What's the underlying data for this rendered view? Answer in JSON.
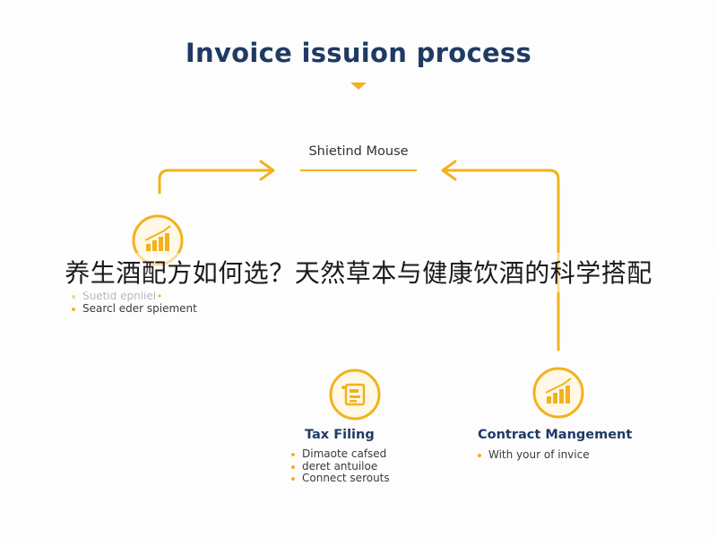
{
  "diagram": {
    "title": "Invoice issuion process",
    "top_node": {
      "label": "Shietind Mouse"
    },
    "left_node": {
      "icon": "bar-chart-circle-icon",
      "bullets": [
        "Suetid epnliel",
        "Searcl eder spiement"
      ]
    },
    "tax_node": {
      "icon": "document-circle-icon",
      "title": "Tax Filing",
      "bullets": [
        "Dimaote cafsed",
        "deret antuiloe",
        "Connect serouts"
      ]
    },
    "contract_node": {
      "icon": "bar-chart-circle-icon",
      "title": "Contract Mangement",
      "bullets": [
        "With your of invice"
      ]
    },
    "accent_color": "#f2b21c",
    "title_color": "#1f3a64"
  },
  "overlay": {
    "caption": "养生酒配方如何选？天然草本与健康饮酒的科学搭配"
  }
}
